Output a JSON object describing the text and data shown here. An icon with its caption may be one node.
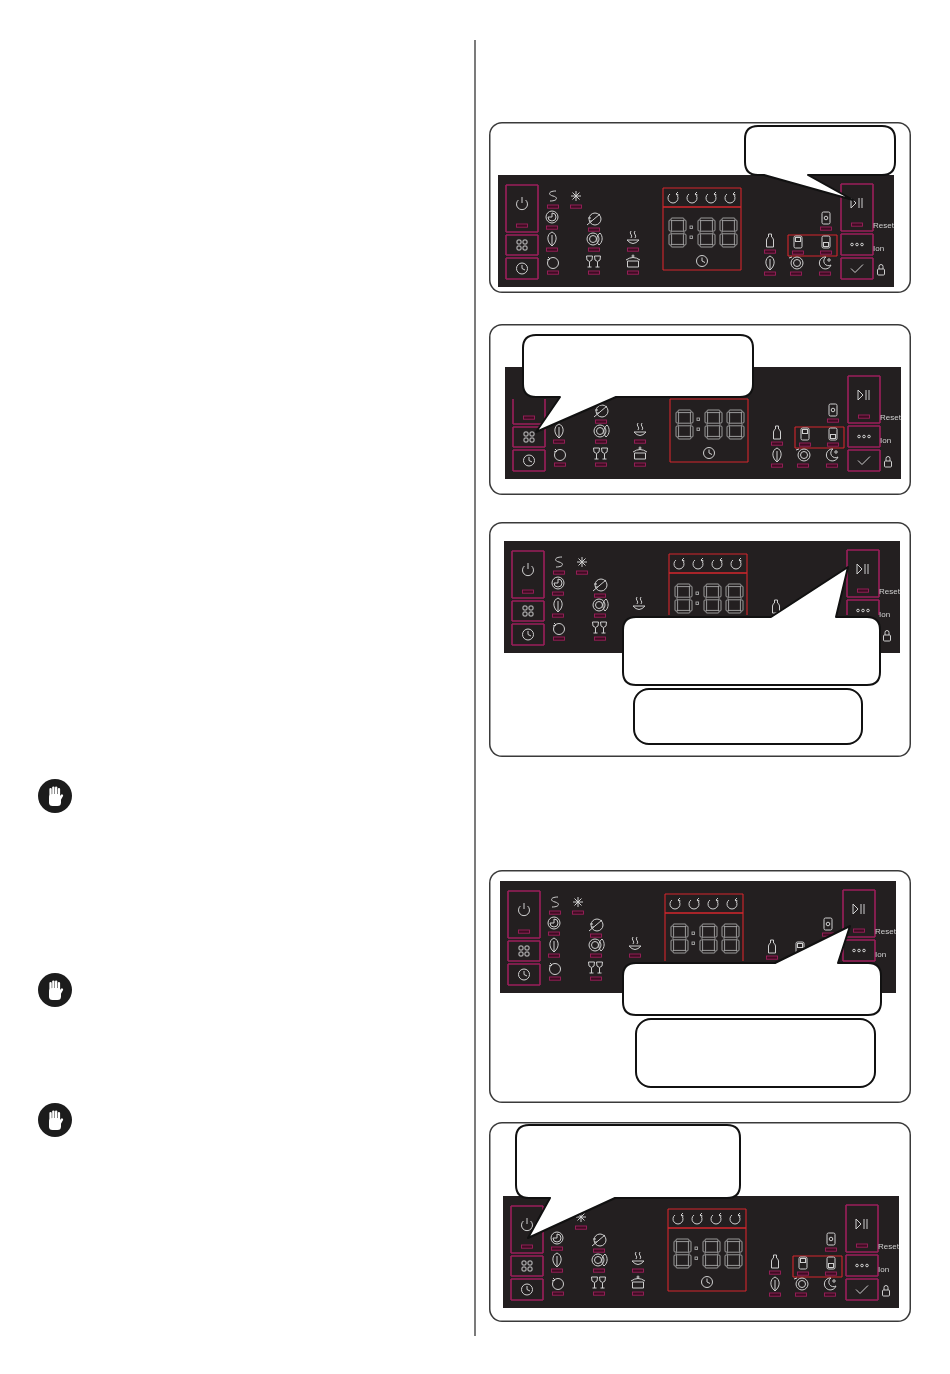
{
  "diagram": {
    "nodes": [
      {
        "text": [],
        "shape": "box"
      },
      {
        "text": [],
        "shape": "bubble",
        "in": 0
      },
      {
        "text": [],
        "shape": "box"
      },
      {
        "text": [],
        "shape": "bubble",
        "in": 2
      },
      {
        "text": [],
        "shape": "box"
      },
      {
        "text": [],
        "shape": "bubble",
        "in": 4
      },
      {
        "text": [],
        "shape": "box",
        "in": 4
      },
      {
        "text": [],
        "shape": "box"
      },
      {
        "text": [],
        "shape": "bubble",
        "in": 7
      },
      {
        "text": [],
        "shape": "box",
        "in": 7
      },
      {
        "text": [],
        "shape": "box"
      },
      {
        "text": [],
        "shape": "bubble",
        "in": 10
      }
    ],
    "labels": [
      "Reset",
      "Ion",
      "Reset",
      "Ion",
      "Reset",
      "Ion",
      "Reset",
      "Ion",
      "Reset",
      "Ion"
    ]
  }
}
